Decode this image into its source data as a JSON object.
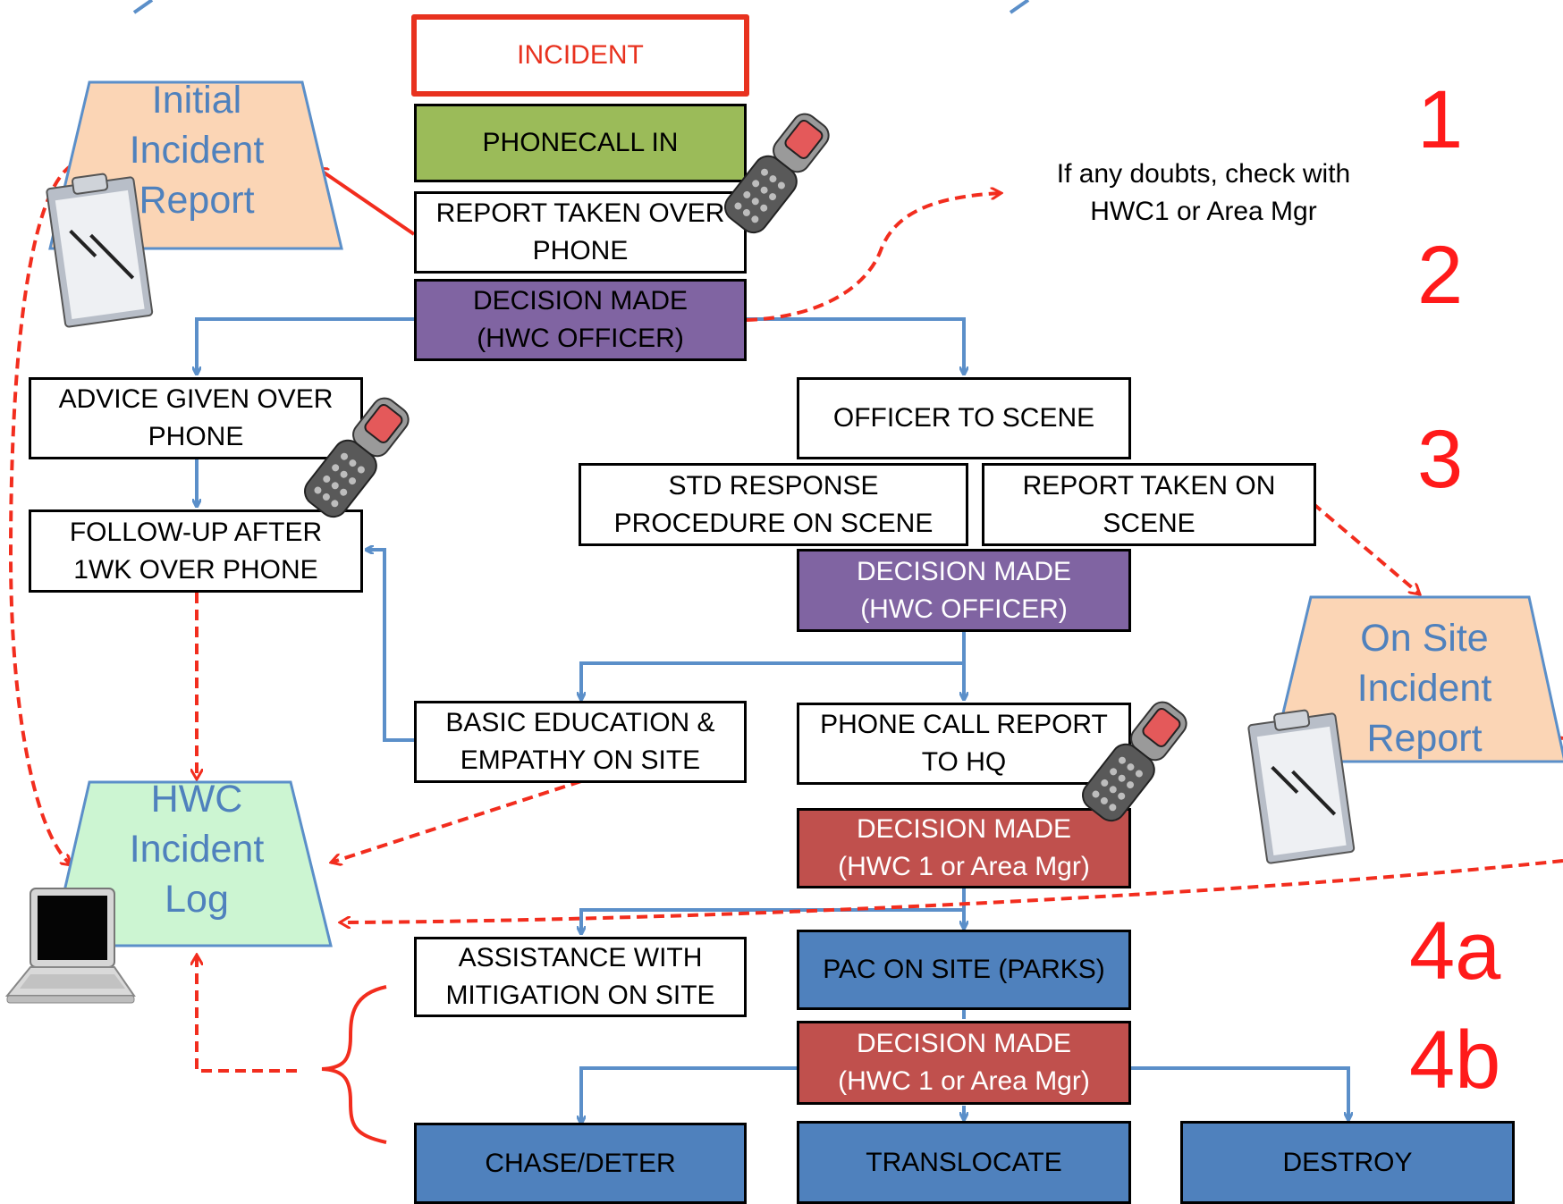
{
  "boxes": {
    "incident": "INCIDENT",
    "phonecall_in": "PHONECALL IN",
    "report_taken_over_phone": "REPORT TAKEN OVER\nPHONE",
    "decision_hwc_officer_1": "DECISION MADE\n(HWC OFFICER)",
    "advice_given": "ADVICE GIVEN OVER\nPHONE",
    "follow_up": "FOLLOW-UP AFTER\n1WK OVER PHONE",
    "officer_to_scene": "OFFICER TO SCENE",
    "std_response": "STD RESPONSE\nPROCEDURE ON SCENE",
    "report_taken_on_scene": "REPORT TAKEN ON\nSCENE",
    "decision_hwc_officer_2": "DECISION MADE\n(HWC OFFICER)",
    "basic_education": "BASIC EDUCATION &\nEMPATHY ON SITE",
    "phone_call_report": "PHONE CALL REPORT\nTO HQ",
    "decision_hwc1_area_1": "DECISION MADE\n(HWC 1 or Area Mgr)",
    "assistance_mitigation": "ASSISTANCE WITH\nMITIGATION ON SITE",
    "pac_on_site": "PAC ON SITE (PARKS)",
    "decision_hwc1_area_2": "DECISION MADE\n(HWC 1 or Area Mgr)",
    "chase_deter": "CHASE/DETER",
    "translocate": "TRANSLOCATE",
    "destroy": "DESTROY"
  },
  "reports": {
    "initial_incident_report": "Initial\nIncident\nReport",
    "on_site_incident_report": "On Site\nIncident\nReport",
    "hwc_incident_log": "HWC\nIncident\nLog"
  },
  "note": "If any doubts, check with\nHWC1 or Area Mgr",
  "stage_numbers": {
    "n1": "1",
    "n2": "2",
    "n3": "3",
    "n4a": "4a",
    "n4b": "4b"
  },
  "colors": {
    "incident_border": "#e8321f",
    "green": "#9bbb59",
    "purple": "#8064a2",
    "red_box": "#c0504d",
    "blue_box": "#4f81bd",
    "peach": "#fbd5b5",
    "mint": "#ccf5d2",
    "flow_arrow": "#5b8fc9",
    "dashed_arrow": "#f22d1e",
    "stage_number": "#ff1a1a"
  },
  "icons": [
    "flip-phone-icon",
    "clipboard-pen-icon",
    "laptop-icon"
  ]
}
